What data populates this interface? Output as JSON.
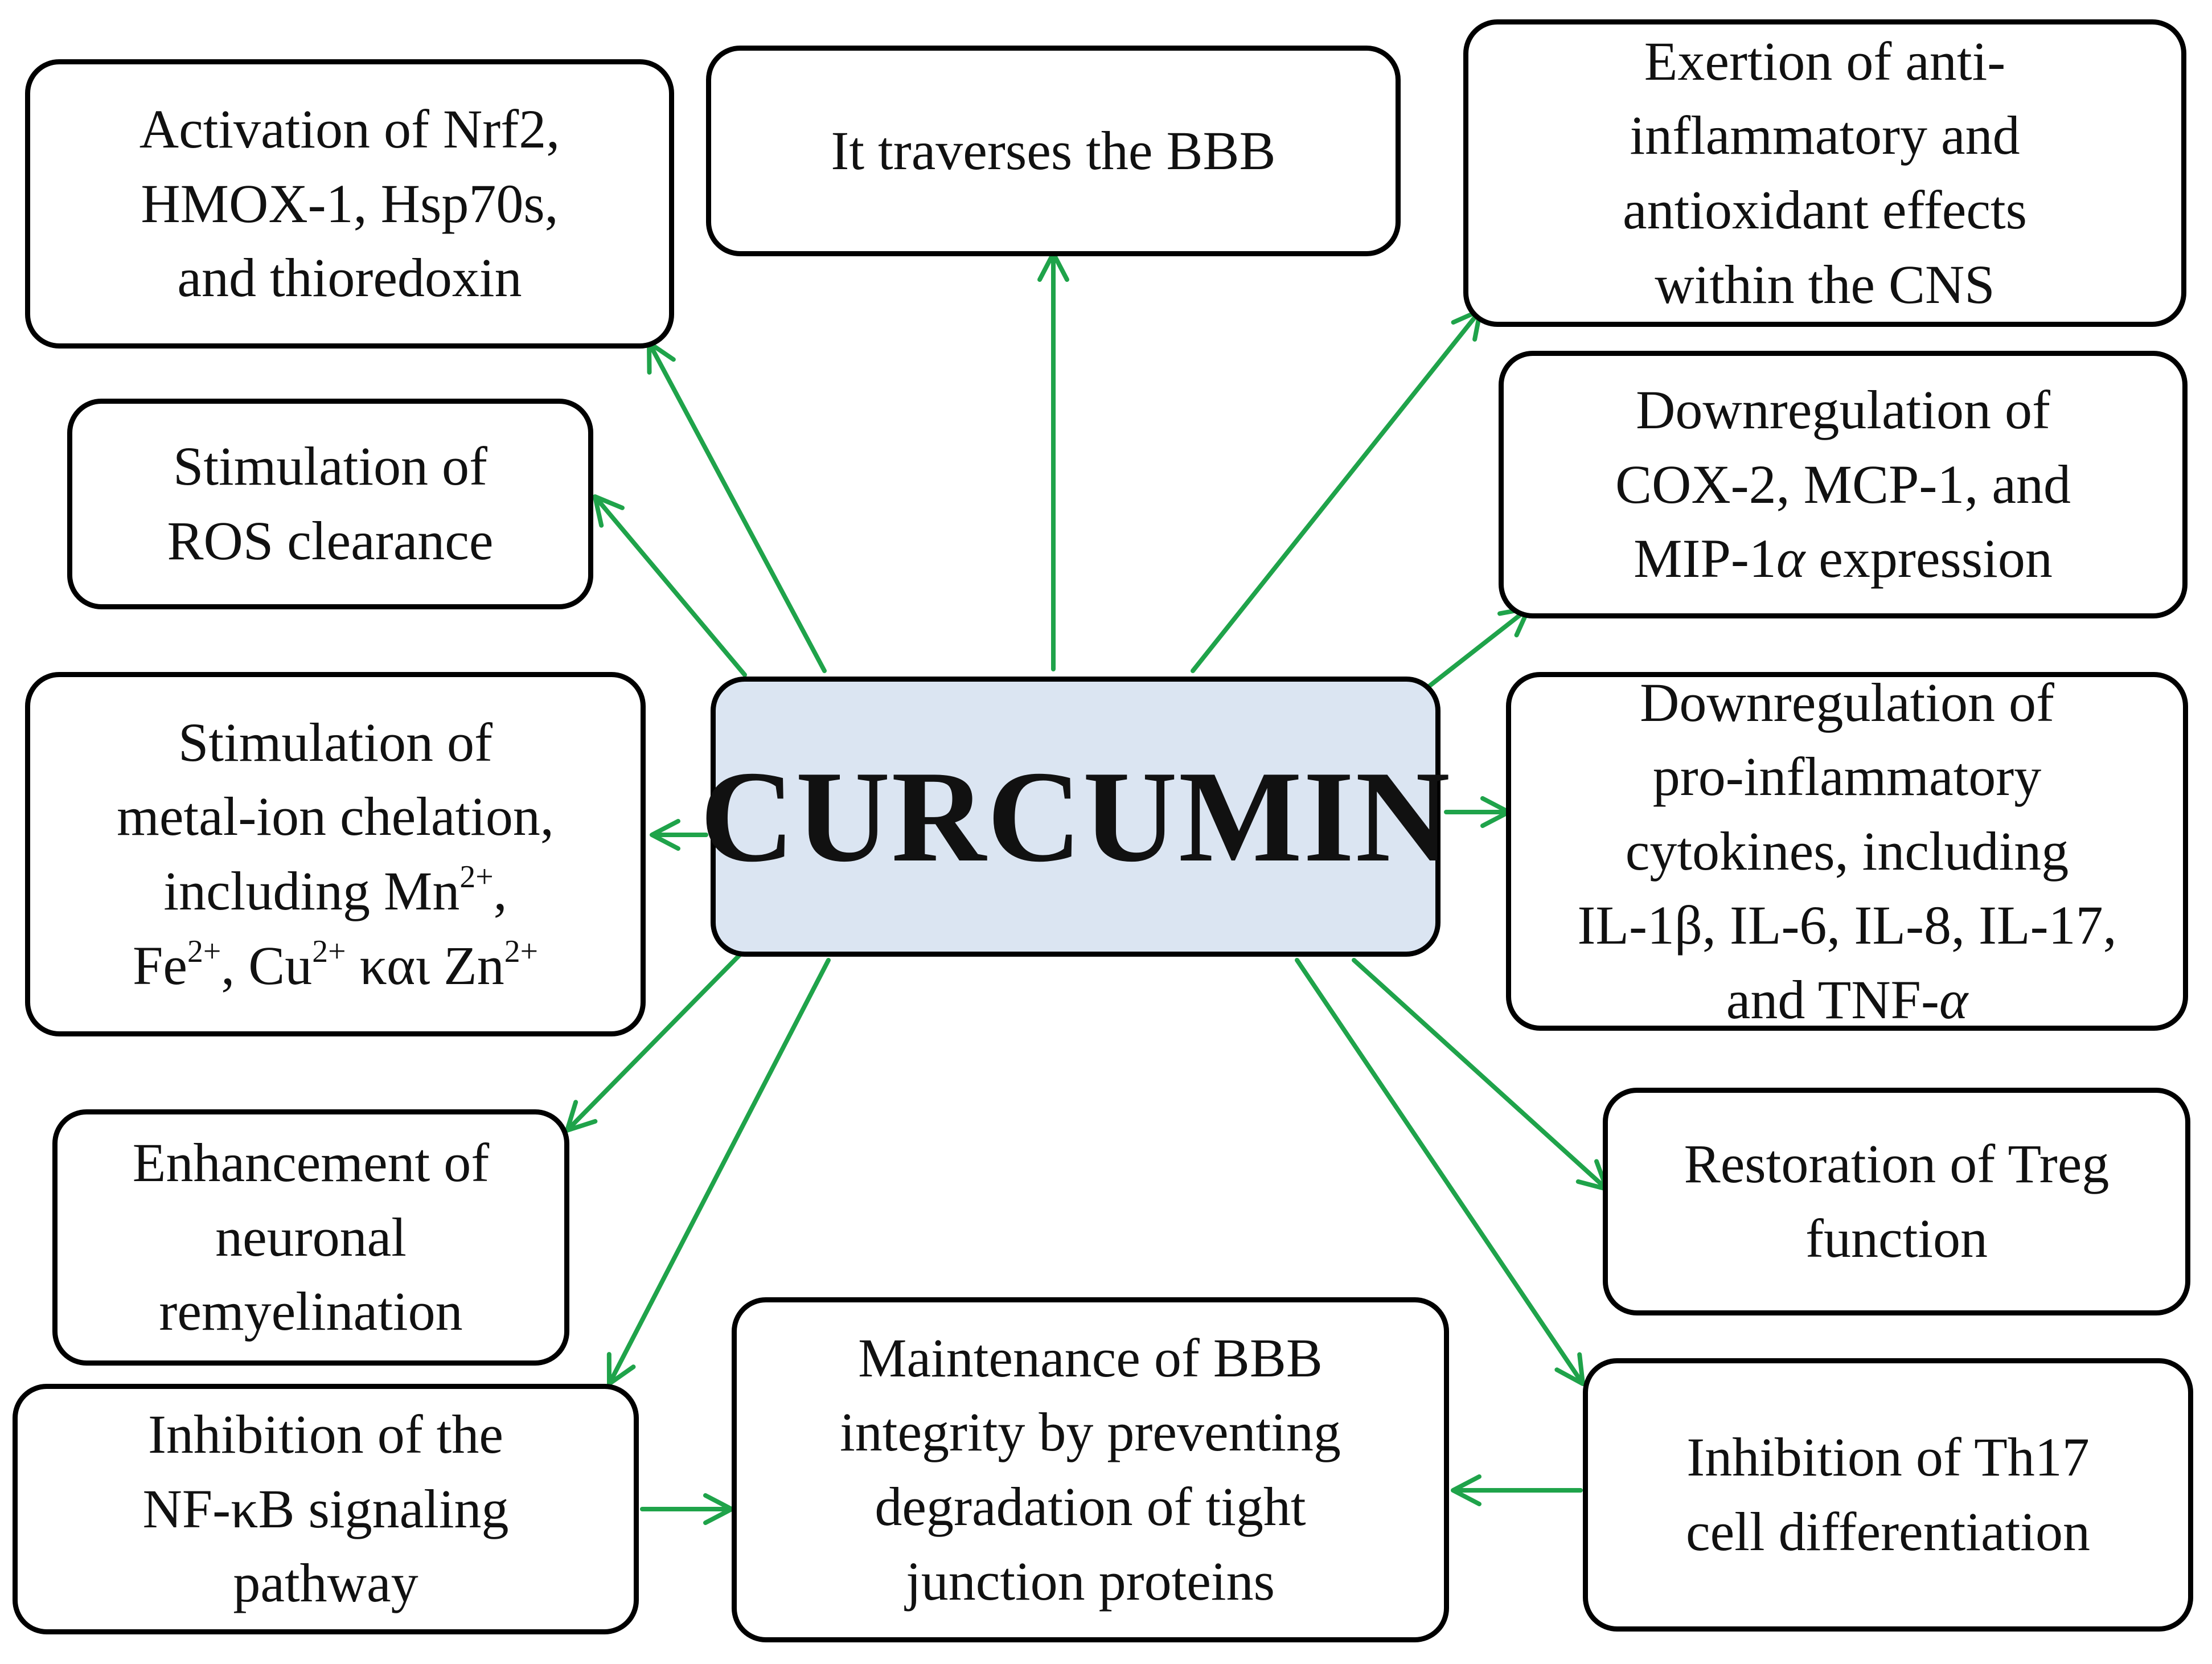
{
  "colors": {
    "arrow": "#1fa34a",
    "center_fill": "#dbe5f2",
    "box_border": "#000000"
  },
  "center": {
    "label": "CURCUMIN"
  },
  "boxes": {
    "nrf2": {
      "line1": "Activation of Nrf2,",
      "line2": "HMOX-1, Hsp70s,",
      "line3": "and thioredoxin"
    },
    "bbb": {
      "line1": "It traverses the BBB"
    },
    "antiinflam": {
      "line1": "Exertion of anti-",
      "line2": "inflammatory and",
      "line3": "antioxidant effects",
      "line4": "within the CNS"
    },
    "ros": {
      "line1": "Stimulation of",
      "line2": "ROS clearance"
    },
    "cox2": {
      "line1": "Downregulation of",
      "line2": "COX-2, MCP-1, and",
      "line3_prefix": "MIP-1",
      "line3_alpha": "α",
      "line3_suffix": " expression"
    },
    "metal": {
      "line1": "Stimulation of",
      "line2": "metal-ion chelation,",
      "line3_prefix": "including Mn",
      "mn_charge": "2+",
      "line3_suffix": ",",
      "fe": "Fe",
      "fe_charge": "2+",
      "cu": ", Cu",
      "cu_charge": "2+",
      "kai": " και Zn",
      "zn_charge": "2+"
    },
    "cytokines": {
      "line1": "Downregulation of",
      "line2": "pro-inflammatory",
      "line3": "cytokines, including",
      "line4": "IL-1β, IL-6, IL-8, IL-17,",
      "line5_prefix": "and TNF-",
      "line5_alpha": "α"
    },
    "remyelination": {
      "line1": "Enhancement of",
      "line2": "neuronal",
      "line3": "remyelination"
    },
    "treg": {
      "line1": "Restoration of Treg",
      "line2": "function"
    },
    "nfkb": {
      "line1": "Inhibition of the",
      "line2": "NF-κB signaling",
      "line3": "pathway"
    },
    "integrity": {
      "line1": "Maintenance of BBB",
      "line2": "integrity by preventing",
      "line3": "degradation of tight",
      "line4": "junction proteins"
    },
    "th17": {
      "line1": "Inhibition of Th17",
      "line2": "cell differentiation"
    }
  }
}
